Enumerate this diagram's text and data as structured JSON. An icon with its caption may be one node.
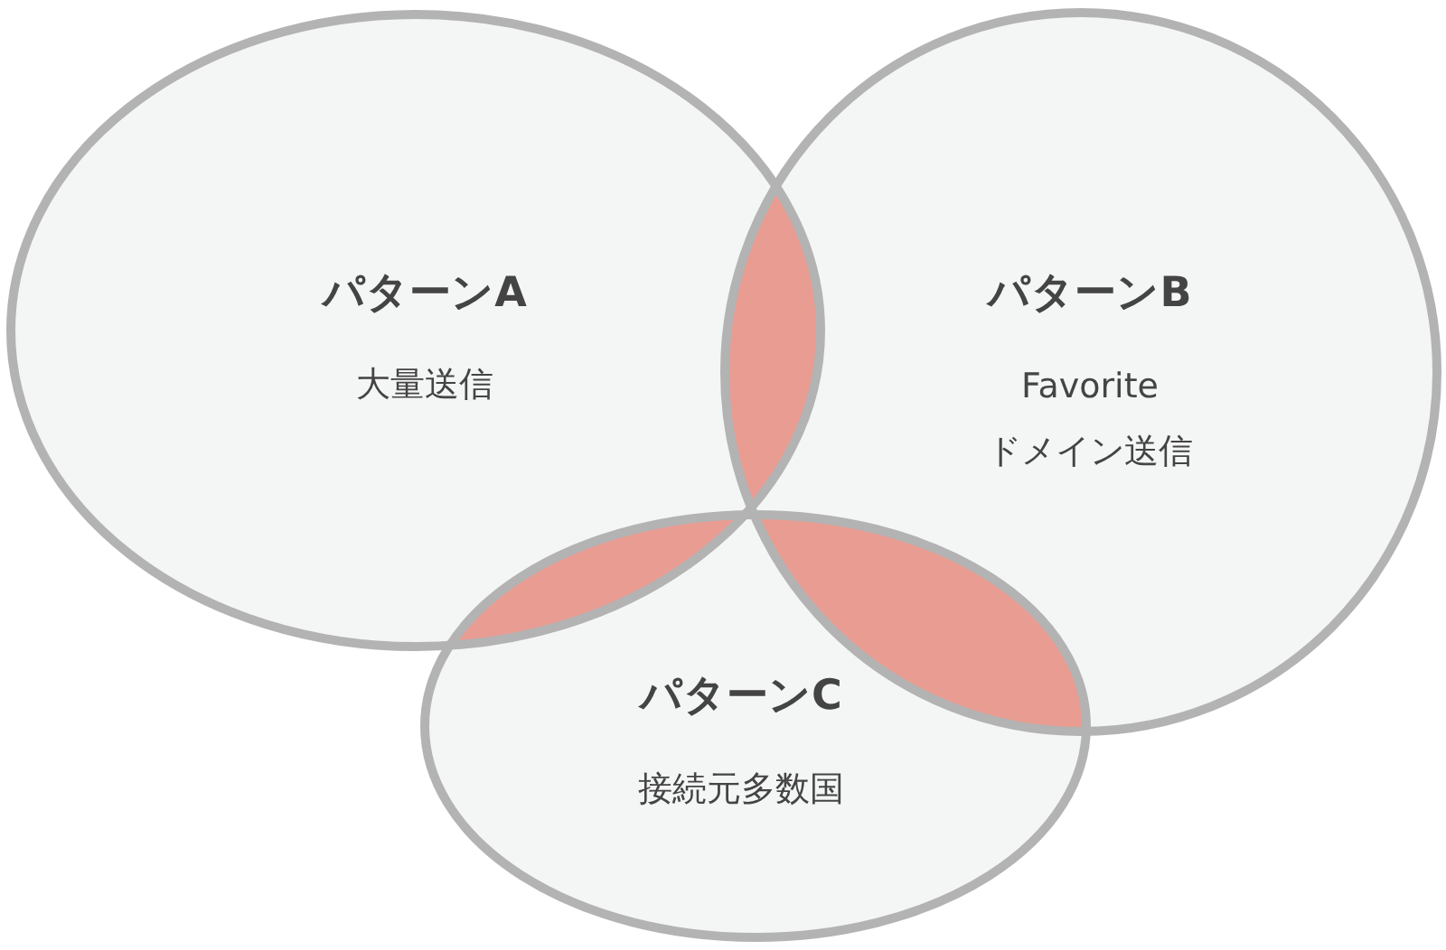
{
  "diagram": {
    "nodes": [
      {
        "text": [
          "パターンA",
          "大量送信"
        ]
      },
      {
        "text": [
          "パターンB",
          "Favorite ドメイン送信"
        ]
      },
      {
        "text": [
          "パターンC",
          "接続元多数国"
        ]
      }
    ],
    "edges": []
  }
}
